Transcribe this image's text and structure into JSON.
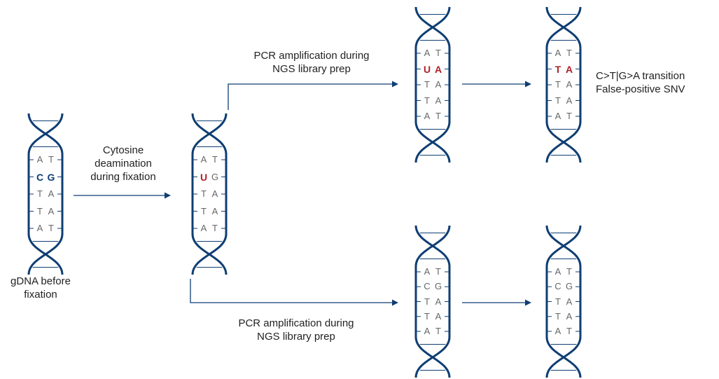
{
  "colors": {
    "strand": "#0f3e73",
    "highlight_red": "#b0202a",
    "highlight_blue": "#0f3e73",
    "arrow": "#0f3e73",
    "base_text": "#666666"
  },
  "labels": {
    "gdna": [
      "gDNA before",
      "fixation"
    ],
    "deamination": [
      "Cytosine",
      "deamination",
      "during fixation"
    ],
    "pcr_top": [
      "PCR amplification during",
      "NGS library prep"
    ],
    "pcr_bottom": [
      "PCR amplification during",
      "NGS library prep"
    ],
    "result": [
      "C>T|G>A transition",
      "False-positive SNV"
    ]
  },
  "helices": [
    {
      "id": "gdna-helix",
      "pairs": [
        [
          "A",
          "T"
        ],
        [
          "C",
          "G"
        ],
        [
          "T",
          "A"
        ],
        [
          "T",
          "A"
        ],
        [
          "A",
          "T"
        ]
      ],
      "highlight_row": 1,
      "highlight": "blue"
    },
    {
      "id": "deaminated-helix",
      "pairs": [
        [
          "A",
          "T"
        ],
        [
          "U",
          "G"
        ],
        [
          "T",
          "A"
        ],
        [
          "T",
          "A"
        ],
        [
          "A",
          "T"
        ]
      ],
      "highlight_row": 1,
      "highlight": "red",
      "highlight_left_only": true
    },
    {
      "id": "pcr-top-helix",
      "pairs": [
        [
          "A",
          "T"
        ],
        [
          "U",
          "A"
        ],
        [
          "T",
          "A"
        ],
        [
          "T",
          "A"
        ],
        [
          "A",
          "T"
        ]
      ],
      "highlight_row": 1,
      "highlight": "red"
    },
    {
      "id": "snv-helix",
      "pairs": [
        [
          "A",
          "T"
        ],
        [
          "T",
          "A"
        ],
        [
          "T",
          "A"
        ],
        [
          "T",
          "A"
        ],
        [
          "A",
          "T"
        ]
      ],
      "highlight_row": 1,
      "highlight": "red"
    },
    {
      "id": "pcr-bottom-helix",
      "pairs": [
        [
          "A",
          "T"
        ],
        [
          "C",
          "G"
        ],
        [
          "T",
          "A"
        ],
        [
          "T",
          "A"
        ],
        [
          "A",
          "T"
        ]
      ],
      "highlight_row": -1
    },
    {
      "id": "normal-helix",
      "pairs": [
        [
          "A",
          "T"
        ],
        [
          "C",
          "G"
        ],
        [
          "T",
          "A"
        ],
        [
          "T",
          "A"
        ],
        [
          "A",
          "T"
        ]
      ],
      "highlight_row": -1
    }
  ]
}
